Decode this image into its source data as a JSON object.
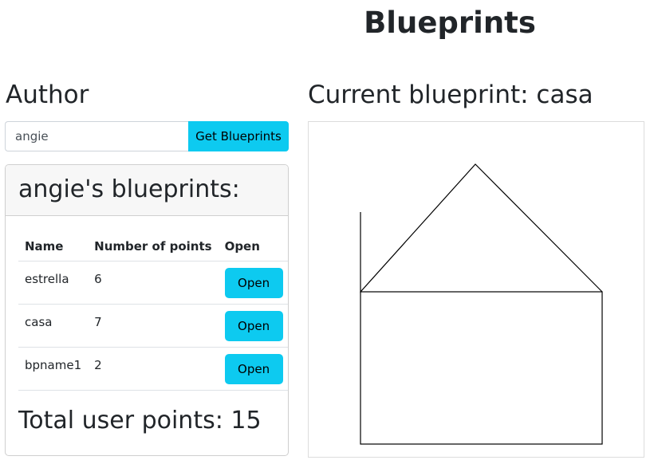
{
  "page": {
    "title": "Blueprints"
  },
  "author": {
    "heading": "Author",
    "input_value": "angie",
    "get_button_label": "Get Blueprints"
  },
  "blueprints_card": {
    "header": "angie's blueprints:",
    "columns": [
      "Name",
      "Number of points",
      "Open"
    ],
    "rows": [
      {
        "name": "estrella",
        "points": "6",
        "open_label": "Open"
      },
      {
        "name": "casa",
        "points": "7",
        "open_label": "Open"
      },
      {
        "name": "bpname1",
        "points": "2",
        "open_label": "Open"
      }
    ],
    "total_text": "Total user points: 15"
  },
  "current": {
    "heading": "Current blueprint: casa",
    "blueprint_name": "casa"
  },
  "colors": {
    "accent": "#0dcaf0",
    "text": "#212529",
    "card_header_bg": "#f7f7f7",
    "border": "#cfcfcf"
  }
}
